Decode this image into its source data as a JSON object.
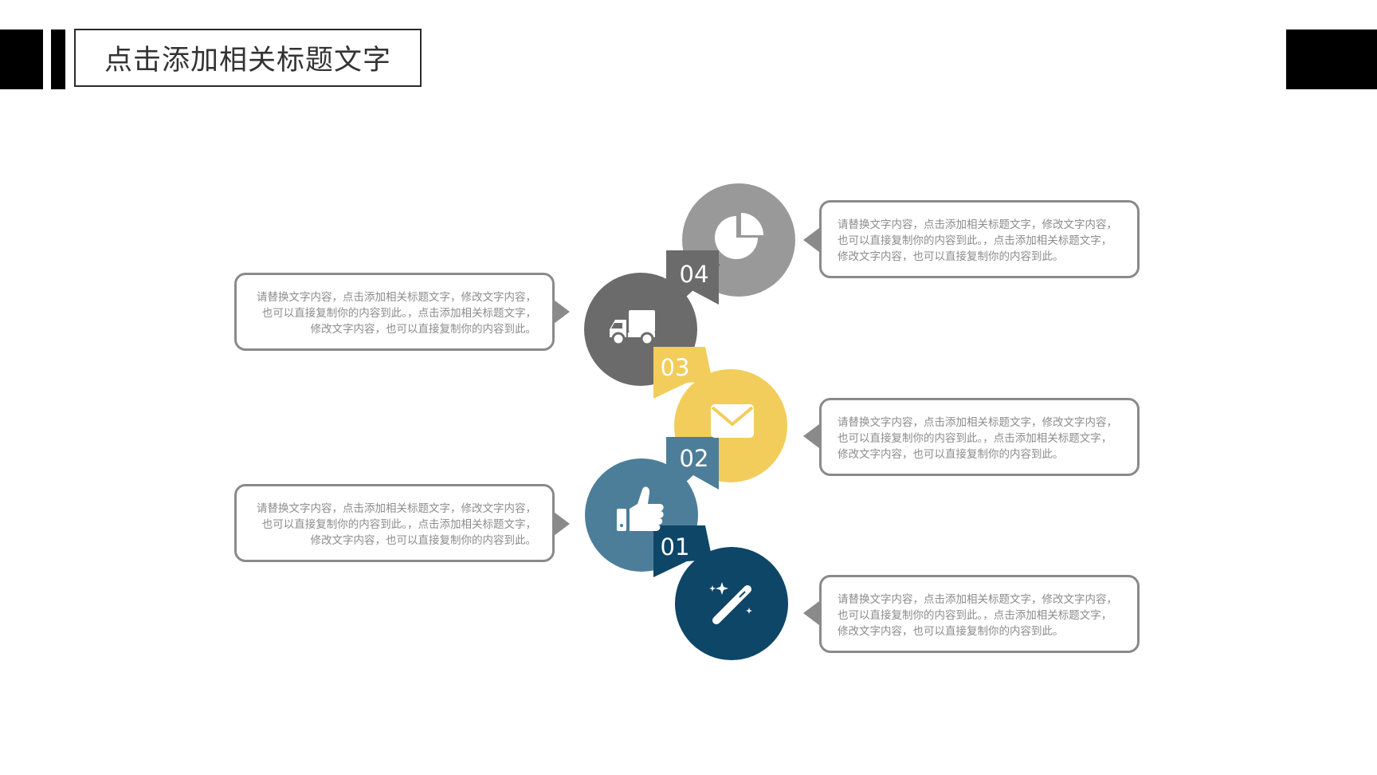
{
  "header": {
    "title": "点击添加相关标题文字"
  },
  "steps": [
    {
      "number": "01",
      "icon": "magic-wand-icon",
      "color": "#0e4668",
      "text": [
        "请替换文字内容，点击添加相关标题文字，修改文字内容，",
        "也可以直接复制你的内容到此。，点击添加相关标题文字，",
        "修改文字内容，也可以直接复制你的内容到此。"
      ]
    },
    {
      "number": "02",
      "icon": "thumbs-up-icon",
      "color": "#4d7e99",
      "text": [
        "请替换文字内容，点击添加相关标题文字，修改文字内容，",
        "也可以直接复制你的内容到此。，点击添加相关标题文字，",
        "修改文字内容，也可以直接复制你的内容到此。"
      ]
    },
    {
      "number": "03",
      "icon": "envelope-icon",
      "color": "#f2cd5c",
      "text": [
        "请替换文字内容，点击添加相关标题文字，修改文字内容，",
        "也可以直接复制你的内容到此。，点击添加相关标题文字，",
        "修改文字内容，也可以直接复制你的内容到此。"
      ]
    },
    {
      "number": "04",
      "icon": "truck-icon",
      "color": "#6b6b6b",
      "text": [
        "请替换文字内容，点击添加相关标题文字，修改文字内容，",
        "也可以直接复制你的内容到此。，点击添加相关标题文字，",
        "修改文字内容，也可以直接复制你的内容到此。"
      ]
    },
    {
      "icon": "pie-chart-icon",
      "color": "#999999",
      "text": [
        "请替换文字内容，点击添加相关标题文字，修改文字内容，",
        "也可以直接复制你的内容到此。，点击添加相关标题文字，",
        "修改文字内容，也可以直接复制你的内容到此。"
      ]
    }
  ],
  "colors": {
    "callout_border": "#8a8a8a",
    "callout_text": "#8c8c8c"
  }
}
